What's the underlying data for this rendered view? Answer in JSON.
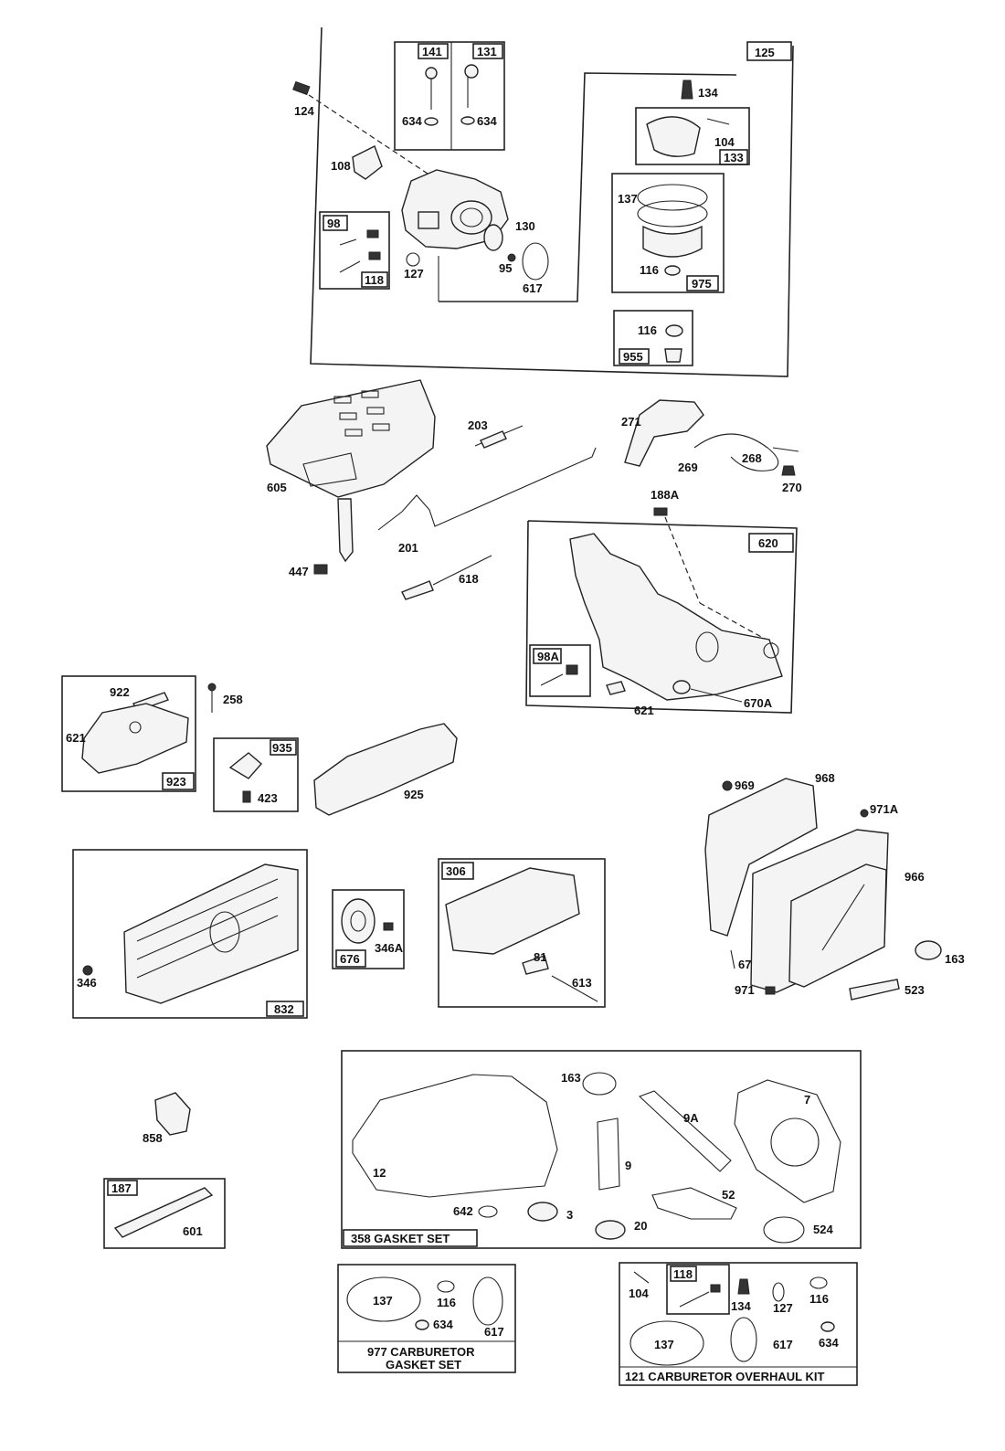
{
  "title": "",
  "kits": {
    "gasket_set": "358 GASKET SET",
    "carb_gasket_set_line1": "977 CARBURETOR",
    "carb_gasket_set_line2": "GASKET SET",
    "carb_overhaul_kit": "121 CARBURETOR OVERHAUL KIT"
  },
  "labels": {
    "p125": "125",
    "p141": "141",
    "p131": "131",
    "p124": "124",
    "p634a": "634",
    "p634b": "634",
    "p134": "134",
    "p104": "104",
    "p133": "133",
    "p108": "108",
    "p98": "98",
    "p118": "118",
    "p127": "127",
    "p130": "130",
    "p95": "95",
    "p617": "617",
    "p137": "137",
    "p116": "116",
    "p975": "975",
    "p116b": "116",
    "p955": "955",
    "p605": "605",
    "p447": "447",
    "p203": "203",
    "p201": "201",
    "p618": "618",
    "p271": "271",
    "p269": "269",
    "p268": "268",
    "p270": "270",
    "p188A": "188A",
    "p620": "620",
    "p98A": "98A",
    "p621": "621",
    "p670A": "670A",
    "p922": "922",
    "p258": "258",
    "p621b": "621",
    "p923": "923",
    "p935": "935",
    "p423": "423",
    "p925": "925",
    "p969": "969",
    "p968": "968",
    "p971A": "971A",
    "p966": "966",
    "p163": "163",
    "p67": "67",
    "p971": "971",
    "p523": "523",
    "p832": "832",
    "p346": "346",
    "p676": "676",
    "p346A": "346A",
    "p306": "306",
    "p81": "81",
    "p613": "613",
    "p858": "858",
    "p187": "187",
    "p601": "601",
    "g163": "163",
    "g7": "7",
    "g9A": "9A",
    "g12": "12",
    "g9": "9",
    "g52": "52",
    "g642": "642",
    "g3": "3",
    "g20": "20",
    "g524": "524",
    "c137": "137",
    "c116": "116",
    "c617": "617",
    "c634": "634",
    "k118": "118",
    "k104": "104",
    "k134": "134",
    "k127": "127",
    "k116": "116",
    "k137": "137",
    "k617": "617",
    "k634": "634"
  }
}
